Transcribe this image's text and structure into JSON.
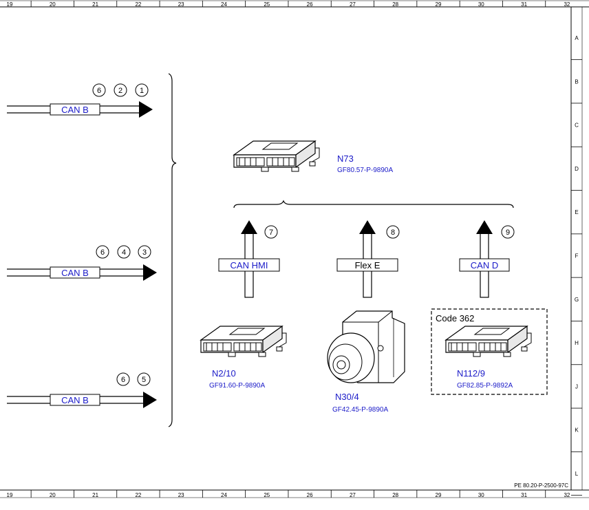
{
  "ruler": {
    "columns": [
      "19",
      "20",
      "21",
      "22",
      "23",
      "24",
      "25",
      "26",
      "27",
      "28",
      "29",
      "30",
      "31",
      "32"
    ],
    "rows": [
      "A",
      "B",
      "C",
      "D",
      "E",
      "F",
      "G",
      "H",
      "J",
      "K",
      "L"
    ]
  },
  "left_buses": [
    {
      "label": "CAN B",
      "circles": [
        "6",
        "2",
        "1"
      ]
    },
    {
      "label": "CAN B",
      "circles": [
        "6",
        "4",
        "3"
      ]
    },
    {
      "label": "CAN B",
      "circles": [
        "6",
        "5"
      ]
    }
  ],
  "top_module": {
    "name": "N73",
    "code": "GF80.57-P-9890A"
  },
  "vertical_links": [
    {
      "label": "CAN HMI",
      "circle": "7"
    },
    {
      "label": "Flex E",
      "circle": "8"
    },
    {
      "label": "CAN D",
      "circle": "9"
    }
  ],
  "modules": [
    {
      "name": "N2/10",
      "code": "GF91.60-P-9890A"
    },
    {
      "name": "N30/4",
      "code": "GF42.45-P-9890A"
    },
    {
      "name": "N112/9",
      "code": "GF82.85-P-9892A"
    }
  ],
  "code_box_label": "Code 362",
  "doc_ref": "PE 80.20-P-2500-97C",
  "colors": {
    "link_text": "#1a1ac8",
    "line": "#000000",
    "ruler": "#000000"
  }
}
